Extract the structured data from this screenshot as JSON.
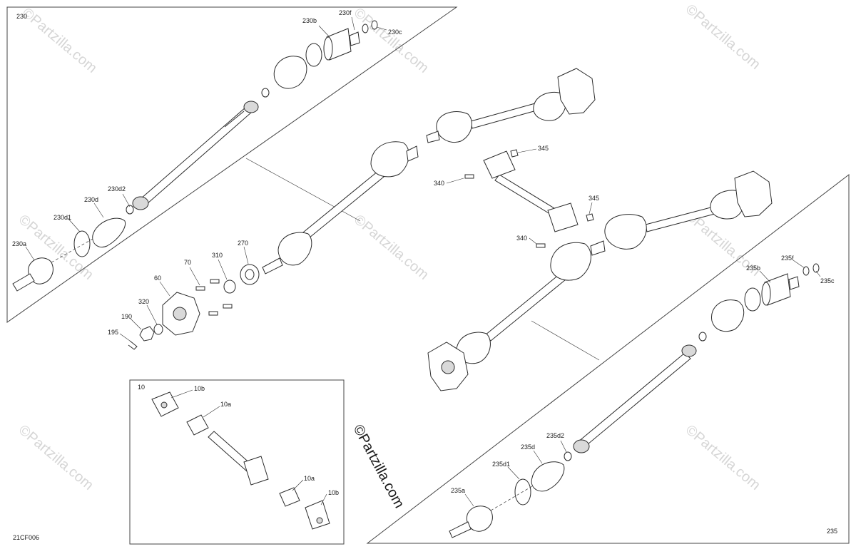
{
  "diagram_code": "21CF006",
  "watermark": "©Partzilla.com",
  "colors": {
    "line": "#2b2b2b",
    "watermark": "#d6d6d6",
    "background": "#ffffff"
  },
  "labels": {
    "assy_230": "230",
    "p230b": "230b",
    "p230f": "230f",
    "p230c": "230c",
    "p230d2": "230d2",
    "p230d": "230d",
    "p230d1": "230d1",
    "p230a": "230a",
    "p70": "70",
    "p310": "310",
    "p270": "270",
    "p60": "60",
    "p320": "320",
    "p190": "190",
    "p195": "195",
    "p345_top": "345",
    "p340_top": "340",
    "p345_bottom": "345",
    "p340_bottom": "340",
    "p235f": "235f",
    "p235b": "235b",
    "p235c": "235c",
    "p235d2": "235d2",
    "p235d": "235d",
    "p235d1": "235d1",
    "p235a": "235a",
    "assy_235": "235",
    "assy_10": "10",
    "p10b_top": "10b",
    "p10a_top": "10a",
    "p10a_bottom": "10a",
    "p10b_bottom": "10b"
  }
}
